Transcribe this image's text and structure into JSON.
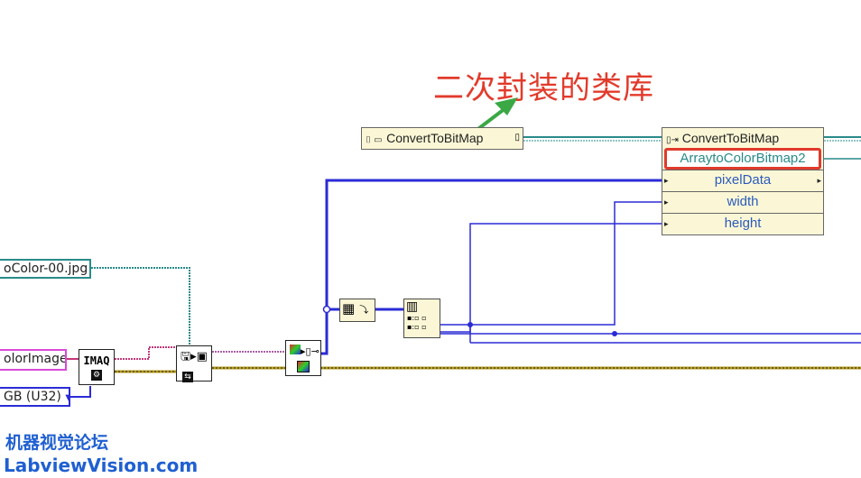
{
  "annotation": {
    "text": "二次封装的类库",
    "color": "#e23b2c",
    "arrow_color": "#3aa845"
  },
  "class_constant": {
    "label": "ConvertToBitMap"
  },
  "property_node": {
    "header": "ConvertToBitMap",
    "method": "ArraytoColorBitmap2",
    "inputs": [
      "pixelData",
      "width",
      "height"
    ],
    "highlight_color": "#e03a2c"
  },
  "path_control": {
    "value": "oColor-00.jpg"
  },
  "image_name_control": {
    "value": "olorImage"
  },
  "image_type_control": {
    "value": "GB (U32)"
  },
  "imaq_create": {
    "label": "IMAQ"
  },
  "watermark": {
    "line1": "机器视觉论坛",
    "line2": "LabviewVision.com",
    "color": "#1f5fd1"
  },
  "colors": {
    "wire_blue": "#2b2bd6",
    "wire_teal": "#2b8a8a",
    "wire_pink": "#c2377a",
    "wire_gold": "#b59b19",
    "node_bg": "#fbf7d6"
  }
}
